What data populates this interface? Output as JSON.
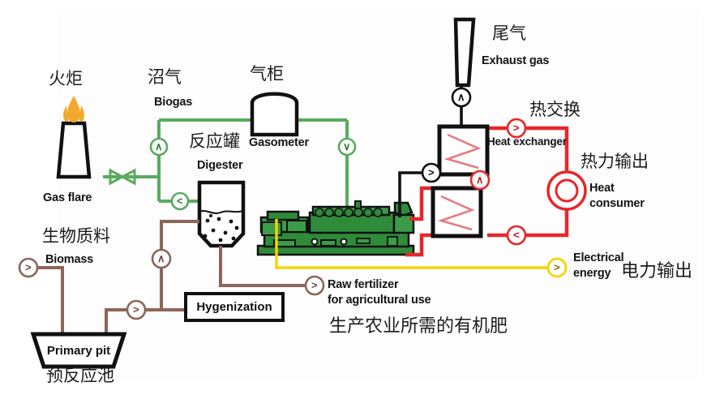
{
  "diagram": {
    "title_cn_flare": "火炬",
    "colors": {
      "biogas_green": "#5aab5f",
      "slurry_brown": "#8d6558",
      "heat_red": "#e8262a",
      "electric_yellow": "#f3d500",
      "exhaust_black": "#111111",
      "equipment_green": "#2e8b3a",
      "flame_orange": "#f2a92b"
    }
  },
  "labels": {
    "gas_flare_cn": "火炬",
    "gas_flare_en": "Gas flare",
    "biogas_cn": "沼气",
    "biogas_en": "Biogas",
    "gasometer_cn": "气柜",
    "gasometer_en": "Gasometer",
    "digester_cn": "反应罐",
    "digester_en": "Digester",
    "exhaust_cn": "尾气",
    "exhaust_en": "Exhaust gas",
    "heat_exchange_cn": "热交换",
    "heat_exchanger_en": "Heat exchanger",
    "heat_output_cn": "热力输出",
    "heat_consumer_en_1": "Heat",
    "heat_consumer_en_2": "consumer",
    "biomass_cn": "生物质料",
    "biomass_en": "Biomass",
    "primary_pit_en": "Primary pit",
    "primary_pit_cn": "预反应池",
    "hygenization_en": "Hygenization",
    "raw_fertilizer_en_1": "Raw fertilizer",
    "raw_fertilizer_en_2": "for agricultural use",
    "raw_fertilizer_cn": "生产农业所需的有机肥",
    "electrical_en_1": "Electrical",
    "electrical_en_2": "energy",
    "electrical_cn": "电力输出"
  },
  "flow_markers": {
    "biogas_up": "∧",
    "biogas_down": "∨",
    "biogas_left": "<",
    "exhaust_up": "∧",
    "heat_right": ">",
    "heat_up": "∧",
    "heat_left": "<",
    "water_right": ">",
    "biomass_right": ">",
    "pit_right": ">",
    "fertilizer_right": ">",
    "electrical_right": ">"
  }
}
